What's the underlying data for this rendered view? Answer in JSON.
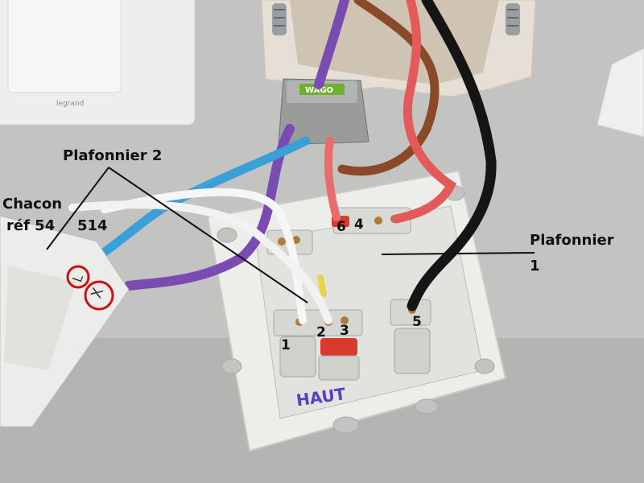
{
  "photo": {
    "wall_plate_brand": "legrand",
    "wago_brand": "WAGO",
    "handwriting": "HAUT"
  },
  "labels": {
    "plafonnier2": "Plafonnier 2",
    "chacon_line1": "Chacon",
    "chacon_ref": "réf 54",
    "chacon_num": "514",
    "plafonnier1_line1": "Plafonnier",
    "plafonnier1_line2": "1"
  },
  "terminals": {
    "t1": "1",
    "t2": "2",
    "t3": "3",
    "t4": "4",
    "t5": "5",
    "t6": "6"
  },
  "module": {
    "terminal_marks": [
      "L",
      "X"
    ]
  },
  "colors": {
    "wall": "#c3c4c1",
    "plate": "#ededea",
    "wire_purple": "#7a4bb0",
    "wire_blue": "#3aa0d8",
    "wire_black": "#151515",
    "wire_brown": "#8a4a2a",
    "wire_red": "#d83a3a",
    "circle_red": "#d01010",
    "wago_grey": "#9a9c9c"
  }
}
